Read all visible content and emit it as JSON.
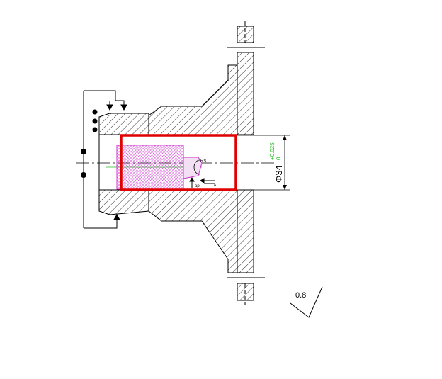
{
  "drawing": {
    "dimension": {
      "diameter_text": "Φ34",
      "tolerance_upper": "+0.025",
      "tolerance_lower": "0"
    },
    "roughness": {
      "value": "0.8"
    },
    "tool_labels": {
      "feed_label": "RS",
      "depth_label": "ap",
      "speed_label": "v"
    },
    "colors": {
      "part_outline": "#000000",
      "machined_surface": "#e00000",
      "tool": "#cc33cc",
      "tolerance_text": "#22bb22",
      "centerline": "#22bb22",
      "background": "#ffffff"
    }
  }
}
